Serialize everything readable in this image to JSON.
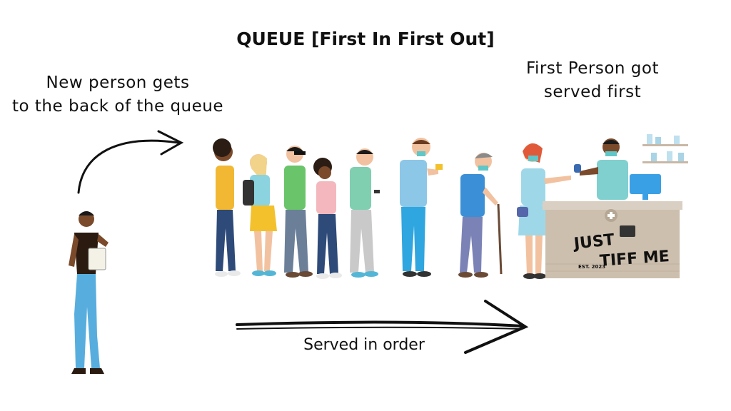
{
  "title": "QUEUE [First In First Out]",
  "note_new_person": [
    "New person gets",
    "to the back of the queue"
  ],
  "note_first_person": [
    "First Person got",
    "served first"
  ],
  "flow_label": "Served in order",
  "counter_logo": {
    "line1": "JUST",
    "line2": "TIFF ME",
    "est": "EST. 2023"
  },
  "colors": {
    "skin_dark": "#7a4a2a",
    "skin_light": "#f2c2a0",
    "counter": "#cdbfae",
    "accent_teal": "#5fc7c7"
  }
}
